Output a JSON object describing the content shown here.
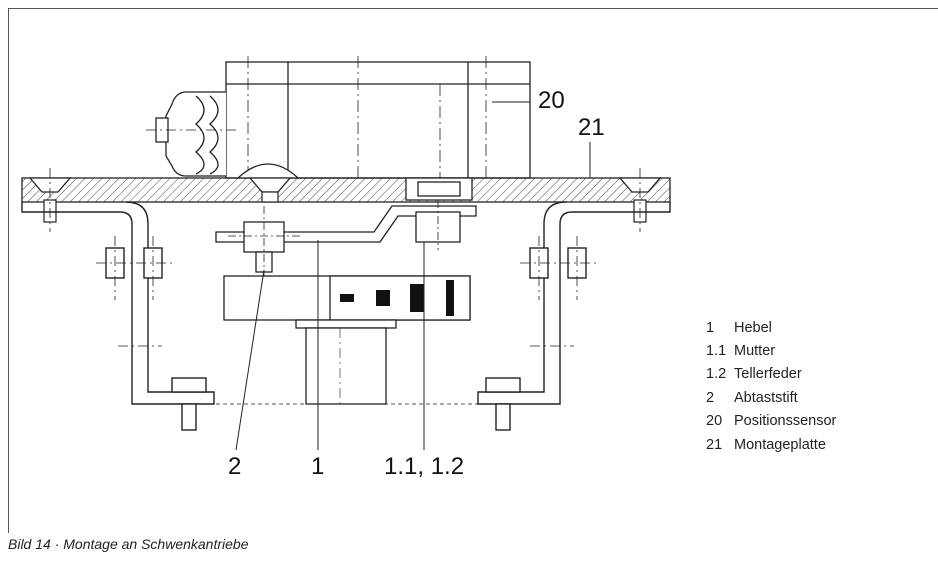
{
  "callouts": {
    "c20": "20",
    "c21": "21",
    "c2": "2",
    "c1": "1",
    "c11_12": "1.1, 1.2"
  },
  "legend": [
    {
      "num": "1",
      "label": "Hebel"
    },
    {
      "num": "1.1",
      "label": "Mutter"
    },
    {
      "num": "1.2",
      "label": "Tellerfeder"
    },
    {
      "num": "2",
      "label": "Abtaststift"
    },
    {
      "num": "20",
      "label": "Positionssensor"
    },
    {
      "num": "21",
      "label": "Montageplatte"
    }
  ],
  "caption": "Bild 14 · Montage an Schwenkantriebe"
}
